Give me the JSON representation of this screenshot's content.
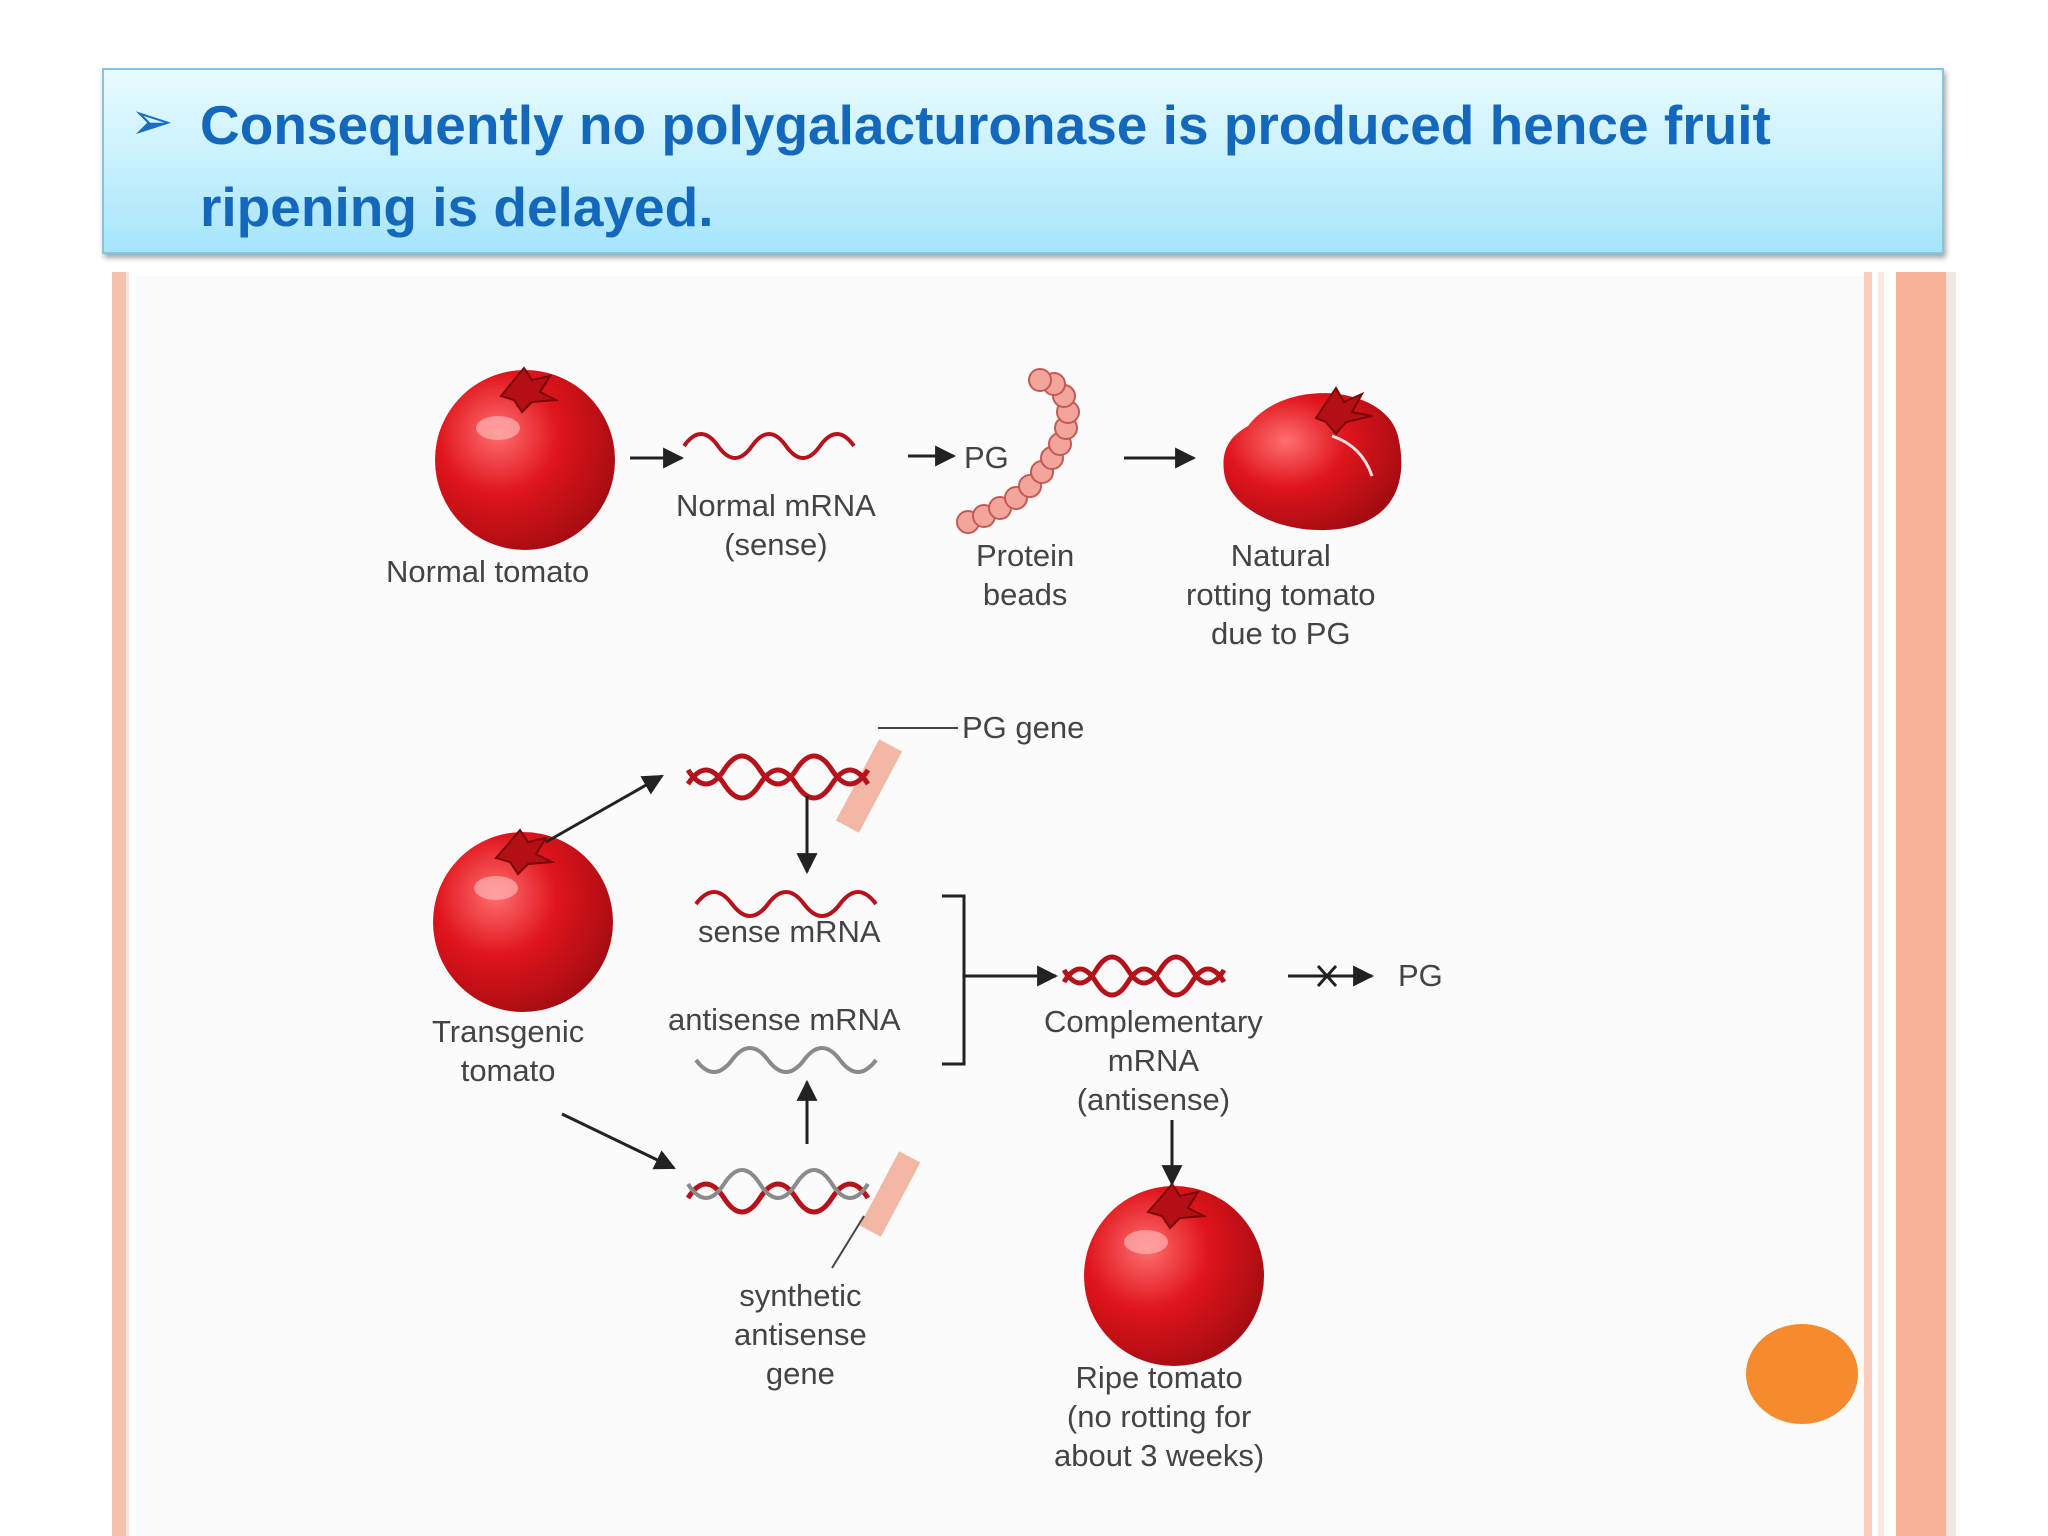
{
  "title": {
    "bullet_icon": "arrowhead-bullet-icon",
    "text": "Consequently no polygalacturonase is produced hence fruit ripening is delayed."
  },
  "diagram": {
    "labels": {
      "normal_tomato": "Normal tomato",
      "normal_mrna": "Normal mRNA\n(sense)",
      "pg_top": "PG",
      "protein_beads": "Protein\nbeads",
      "natural_rotting": "Natural\nrotting tomato\ndue to PG",
      "pg_gene": "PG gene",
      "sense_mrna": "sense mRNA",
      "antisense_mrna": "antisense mRNA",
      "transgenic_tomato": "Transgenic\ntomato",
      "complementary_mrna": "Complementary\nmRNA\n(antisense)",
      "pg_right": "PG",
      "synthetic_gene": "synthetic\nantisense\ngene",
      "ripe_tomato": "Ripe tomato\n(no rotting for\nabout 3 weeks)"
    },
    "colors": {
      "tomato": "#e0141c",
      "strand_red": "#b5121b",
      "strand_grey": "#8a8a8a",
      "gene_highlight": "#f3b7a6",
      "bead": "#f3a59c"
    }
  },
  "frame": {
    "accent": "#f7b196",
    "dot": "#f58a2f"
  }
}
